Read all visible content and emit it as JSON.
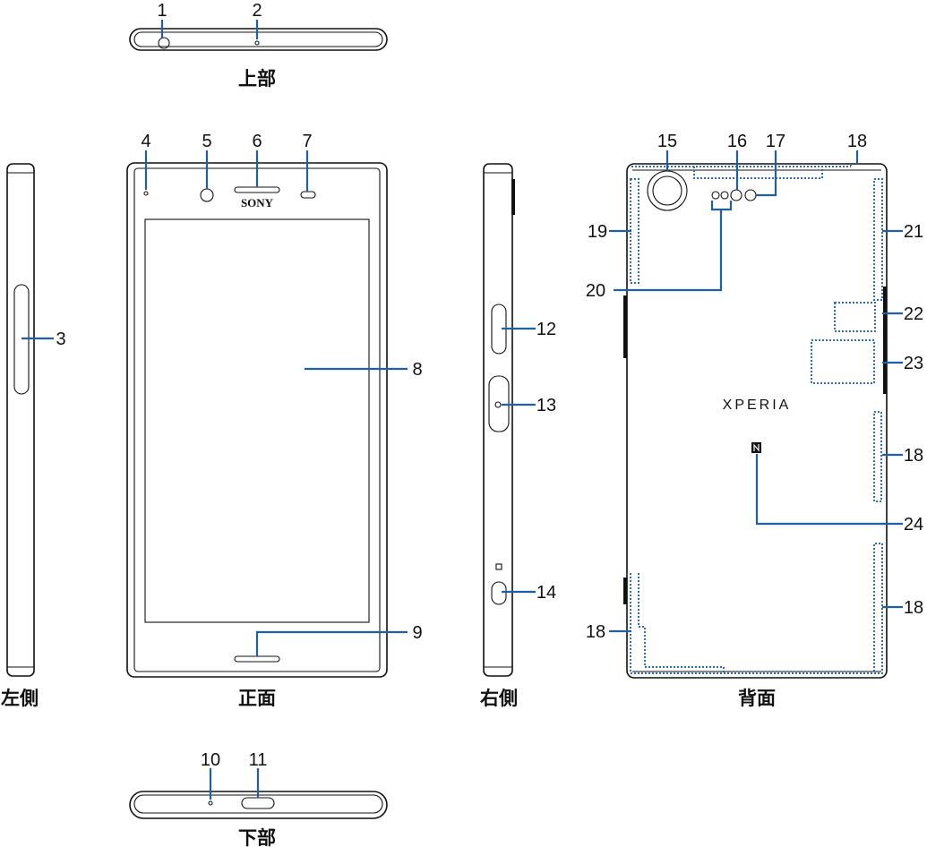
{
  "sections": {
    "top": "上部",
    "left": "左側",
    "front": "正面",
    "right": "右側",
    "back": "背面",
    "bottom": "下部"
  },
  "brand": {
    "front_logo": "SONY",
    "back_logo": "XPERIA"
  },
  "labels": {
    "n1": "1",
    "n2": "2",
    "n3": "3",
    "n4": "4",
    "n5": "5",
    "n6": "6",
    "n7": "7",
    "n8": "8",
    "n9": "9",
    "n10": "10",
    "n11": "11",
    "n12": "12",
    "n13": "13",
    "n14": "14",
    "n15": "15",
    "n16": "16",
    "n17": "17",
    "n18a": "18",
    "n18b": "18",
    "n18c": "18",
    "n18d": "18",
    "n19": "19",
    "n20": "20",
    "n21": "21",
    "n22": "22",
    "n23": "23",
    "n24": "24"
  },
  "colors": {
    "leader": "#1f5fa5",
    "antenna": "#2a6fb8"
  }
}
